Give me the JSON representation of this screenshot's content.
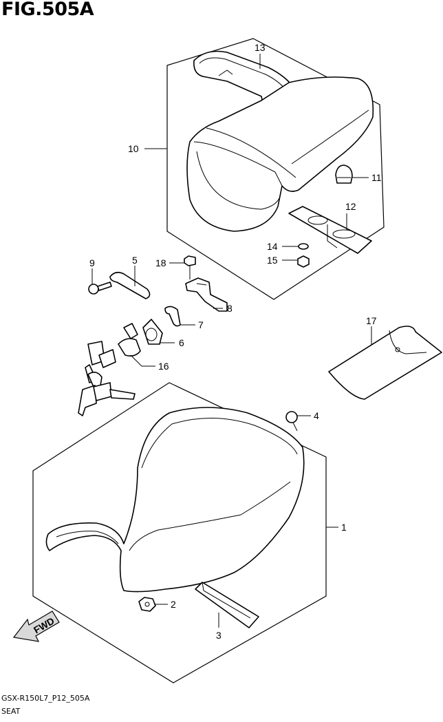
{
  "figure": {
    "title": "FIG.505A",
    "code": "GSX-R150L7_P12_505A",
    "caption": "SEAT"
  },
  "fwd_label": "FWD",
  "callouts": {
    "p1": "1",
    "p2": "2",
    "p3": "3",
    "p4": "4",
    "p5": "5",
    "p6": "6",
    "p7": "7",
    "p8": "8",
    "p9": "9",
    "p10": "10",
    "p11": "11",
    "p12": "12",
    "p13": "13",
    "p14": "14",
    "p15": "15",
    "p16": "16",
    "p17": "17",
    "p18": "18"
  }
}
